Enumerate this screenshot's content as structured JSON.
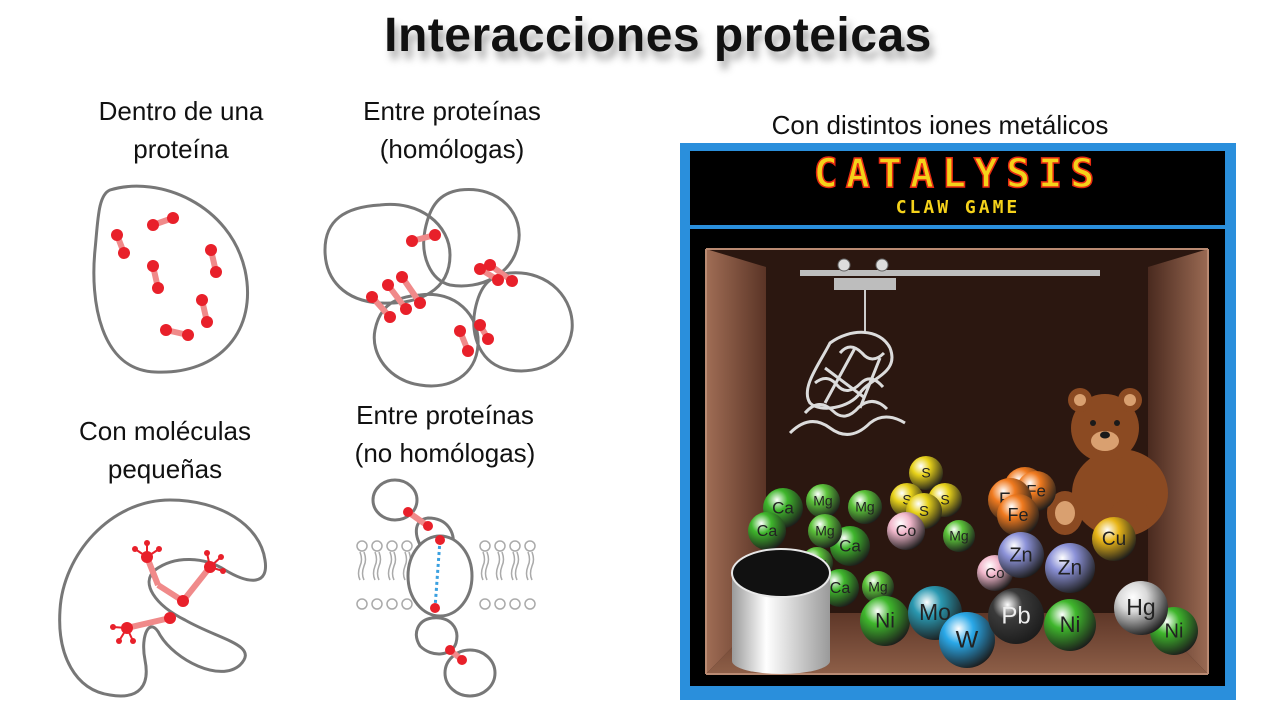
{
  "title": "Interacciones proteicas",
  "panels": {
    "within": {
      "line1": "Dentro de una",
      "line2": "proteína"
    },
    "homologous": {
      "line1": "Entre proteínas",
      "line2": "(homólogas)"
    },
    "small_molecules": {
      "line1": "Con moléculas",
      "line2": "pequeñas"
    },
    "non_homologous": {
      "line1": "Entre proteínas",
      "line2": "(no homólogas)"
    },
    "metal_ions": {
      "label": "Con distintos iones metálicos"
    }
  },
  "claw_game": {
    "title": "CATALYSIS",
    "subtitle": "CLAW GAME",
    "balls": [
      {
        "label": "S",
        "color": "#e8d21a"
      },
      {
        "label": "S",
        "color": "#e8d21a"
      },
      {
        "label": "S",
        "color": "#e8d21a"
      },
      {
        "label": "S",
        "color": "#e8d21a"
      },
      {
        "label": "Ca",
        "color": "#3fb62c"
      },
      {
        "label": "Ca",
        "color": "#3fb62c"
      },
      {
        "label": "Ca",
        "color": "#3fb62c"
      },
      {
        "label": "Ca",
        "color": "#3fb62c"
      },
      {
        "label": "Mg",
        "color": "#5cc43a"
      },
      {
        "label": "Mg",
        "color": "#5cc43a"
      },
      {
        "label": "Mg",
        "color": "#5cc43a"
      },
      {
        "label": "Mg",
        "color": "#5cc43a"
      },
      {
        "label": "Mg",
        "color": "#5cc43a"
      },
      {
        "label": "Mg",
        "color": "#5cc43a"
      },
      {
        "label": "Fe",
        "color": "#f07a1f"
      },
      {
        "label": "Fe",
        "color": "#f07a1f"
      },
      {
        "label": "Fe",
        "color": "#f07a1f"
      },
      {
        "label": "Fe",
        "color": "#f07a1f"
      },
      {
        "label": "Co",
        "color": "#f2b8cc"
      },
      {
        "label": "Co",
        "color": "#f2b8cc"
      },
      {
        "label": "Zn",
        "color": "#8c92d8"
      },
      {
        "label": "Zn",
        "color": "#8c92d8"
      },
      {
        "label": "Cu",
        "color": "#e8b518"
      },
      {
        "label": "Ni",
        "color": "#3fb62c"
      },
      {
        "label": "Ni",
        "color": "#3fb62c"
      },
      {
        "label": "Ni",
        "color": "#3fb62c"
      },
      {
        "label": "Mo",
        "color": "#2a98b0"
      },
      {
        "label": "W",
        "color": "#2aa8e8"
      },
      {
        "label": "Pb",
        "color": "#3a3a3a"
      },
      {
        "label": "Hg",
        "color": "#d9d9d9"
      }
    ]
  }
}
